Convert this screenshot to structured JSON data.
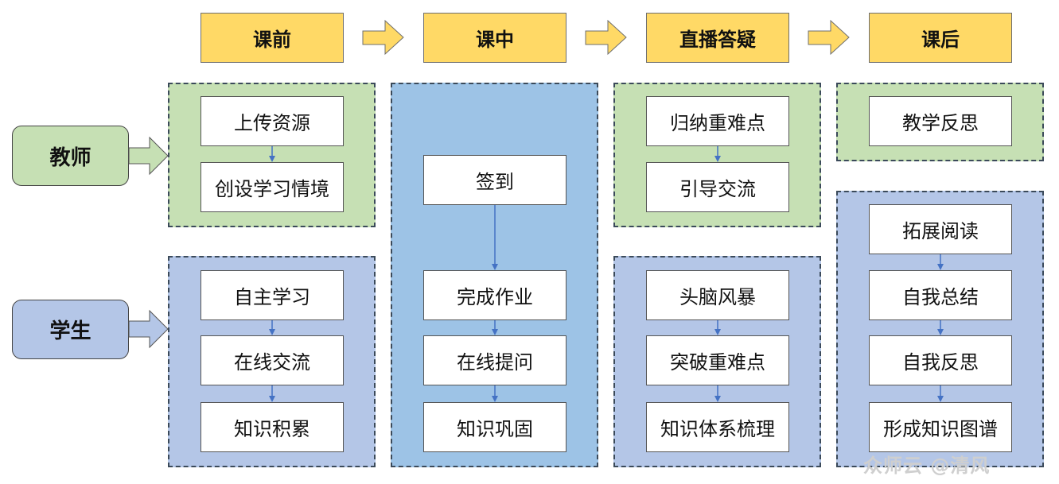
{
  "phases": [
    "课前",
    "课中",
    "直播答疑",
    "课后"
  ],
  "roles": {
    "teacher": "教师",
    "student": "学生"
  },
  "pre_class": {
    "teacher": [
      "上传资源",
      "创设学习情境"
    ],
    "student": [
      "自主学习",
      "在线交流",
      "知识积累"
    ]
  },
  "in_class": [
    "签到",
    "完成作业",
    "在线提问",
    "知识巩固"
  ],
  "live_qa": {
    "teacher": [
      "归纳重难点",
      "引导交流"
    ],
    "student": [
      "头脑风暴",
      "突破重难点",
      "知识体系梳理"
    ]
  },
  "post_class": {
    "teacher": [
      "教学反思"
    ],
    "student": [
      "拓展阅读",
      "自我总结",
      "自我反思",
      "形成知识图谱"
    ]
  },
  "watermark": "众师云 @清风",
  "colors": {
    "phase": "#ffd966",
    "teacher_group": "#c6e0b4",
    "student_group": "#b4c6e7",
    "in_class_group": "#9dc3e6",
    "connector": "#4472c4"
  }
}
